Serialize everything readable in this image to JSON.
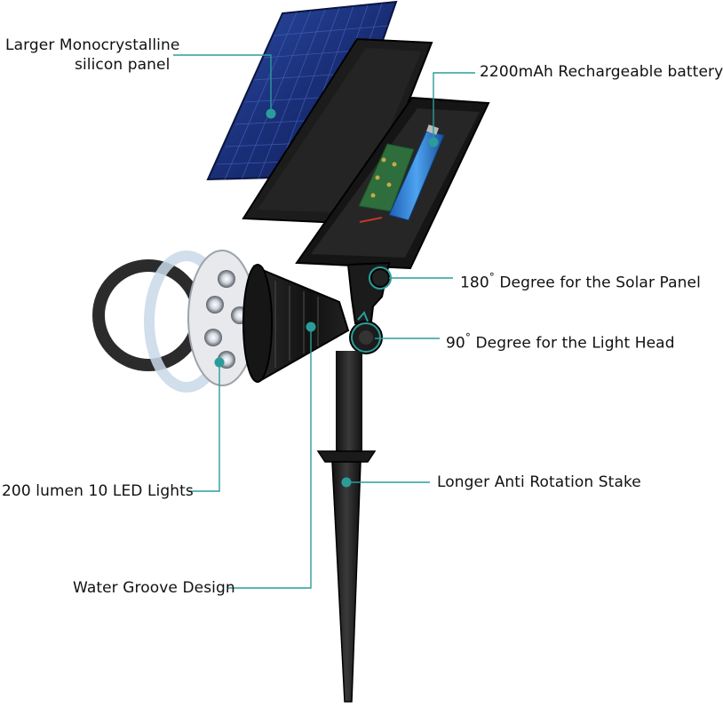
{
  "labels": {
    "panel_line1": "Larger Monocrystalline",
    "panel_line2": "silicon panel",
    "battery": "2200mAh Rechargeable battery",
    "solar_angle_value": "180",
    "solar_angle_degree": "°",
    "solar_angle_text": " Degree for the Solar Panel",
    "head_angle_value": "90",
    "head_angle_degree": "°",
    "head_angle_text": " Degree for the Light Head",
    "leds": "200 lumen 10 LED Lights",
    "stake": "Longer Anti Rotation Stake",
    "groove": "Water Groove Design"
  },
  "colors": {
    "callout": "#2a9d9a",
    "device": "#1b1b1b",
    "panel": "#16307a",
    "battery": "#2f7fd6"
  }
}
